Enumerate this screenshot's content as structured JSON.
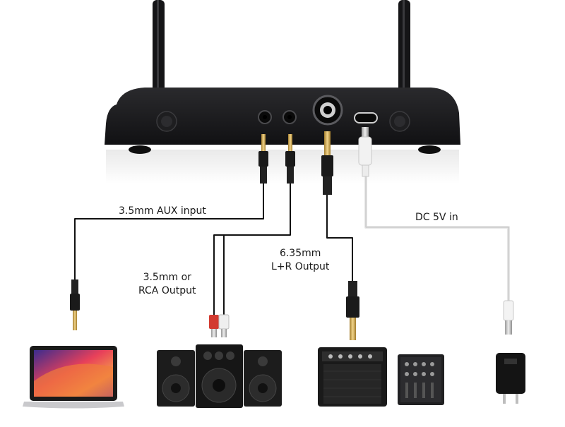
{
  "labels": {
    "aux_input": "3.5mm AUX input",
    "rca_output_line1": "3.5mm or",
    "rca_output_line2": "RCA Output",
    "output_635_line1": "6.35mm",
    "output_635_line2": "L+R Output",
    "dc_in": "DC 5V in"
  },
  "colors": {
    "receiver_body": "#1b1b1d",
    "cable_black": "#111111",
    "cable_white": "#e6e6e6",
    "plug_gold": "#c9a24a",
    "rca_red": "#d23a30",
    "laptop_wallpaper": "#e8405a"
  },
  "icons": {
    "receiver": "wireless-receiver-icon",
    "laptop": "laptop-icon",
    "speakers": "speaker-set-icon",
    "amplifier": "guitar-amplifier-icon",
    "mixer": "audio-mixer-icon",
    "charger": "usb-power-adapter-icon"
  }
}
